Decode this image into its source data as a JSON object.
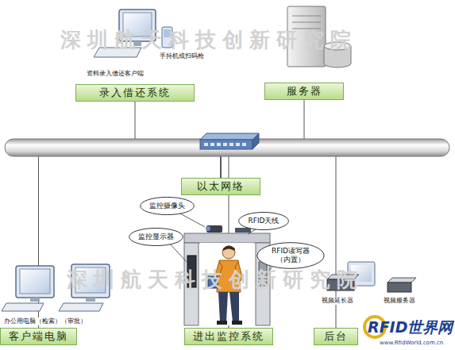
{
  "diagram": {
    "nodes": [
      {
        "text": [
          "录入借还系统"
        ]
      },
      {
        "text": [
          "服务器"
        ]
      },
      {
        "text": [
          "以太网络"
        ]
      },
      {
        "text": [
          "监控摄像头"
        ]
      },
      {
        "text": [
          "RFID天线"
        ]
      },
      {
        "text": [
          "监控显示器"
        ]
      },
      {
        "text": [
          "RFID读写器 （内置）"
        ]
      },
      {
        "text": [
          "客户端电脑"
        ]
      },
      {
        "text": [
          "进出监控系统"
        ]
      },
      {
        "text": [
          "后台"
        ]
      }
    ],
    "edges": [
      {
        "from": 0,
        "to": 2,
        "arrow": "none"
      },
      {
        "from": 1,
        "to": 2,
        "arrow": "none"
      },
      {
        "from": 2,
        "to": 7,
        "arrow": "none"
      },
      {
        "from": 2,
        "to": 8,
        "arrow": "none"
      },
      {
        "from": 2,
        "to": 9,
        "arrow": "none"
      }
    ],
    "labels": [
      "手持机或扫码枪",
      "资料录入借还客户端",
      "办公用电脑（检索）（审批）",
      "视频延长器",
      "视频服务器",
      "深圳航天科技创新研究院",
      "深圳航天科技创新研究院",
      "RFID世界网",
      "www.RfidWorld.com.cn"
    ]
  }
}
